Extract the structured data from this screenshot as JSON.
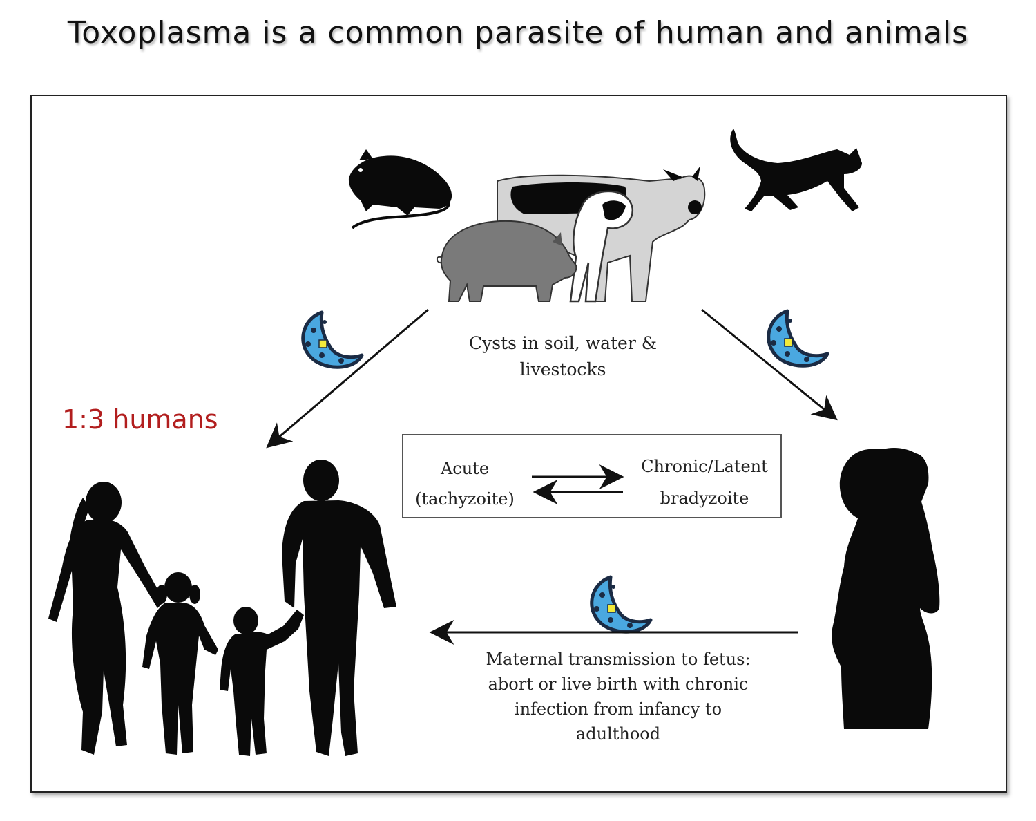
{
  "title": "Toxoplasma is a common parasite of human and animals",
  "labels": {
    "cysts_line1": "Cysts in soil, water &",
    "cysts_line2": "livestocks",
    "ratio": "1:3 humans",
    "acute_line1": "Acute",
    "acute_line2": "(tachyzoite)",
    "chronic_line1": "Chronic/Latent",
    "chronic_line2": "bradyzoite",
    "maternal_line1": "Maternal transmission to fetus:",
    "maternal_line2": "abort or live birth with chronic",
    "maternal_line3": "infection from infancy to",
    "maternal_line4": "adulthood"
  },
  "colors": {
    "ratio_text": "#b21e1e",
    "parasite_fill": "#4aa8e0",
    "parasite_nucleus": "#f2ea3a",
    "silhouette": "#0a0a0a",
    "pig": "#7a7a7a",
    "cow": "#d4d4d4"
  },
  "icons": [
    "rat-icon",
    "cow-icon",
    "sheep-icon",
    "pig-icon",
    "cat-icon",
    "parasite-icon",
    "family-silhouette",
    "pregnant-woman-silhouette"
  ]
}
